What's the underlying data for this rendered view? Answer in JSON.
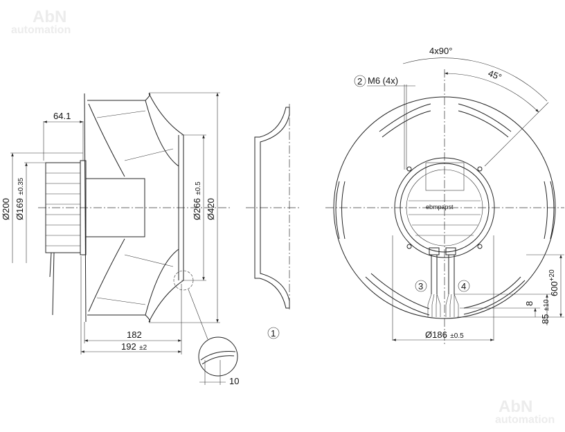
{
  "watermark": {
    "brand": "AbN",
    "sub": "automation"
  },
  "side_view": {
    "dim_hub_length": "64.1",
    "dim_motor_dia": "Ø200",
    "dim_flange_dia": "Ø169",
    "dim_flange_tol": "±0.35",
    "dim_inlet_dia": "Ø266",
    "dim_inlet_tol": "±0.5",
    "dim_outer_dia": "Ø420",
    "dim_length": "182",
    "dim_total": "192",
    "dim_total_tol": "±2",
    "dim_detail": "10"
  },
  "inlet_ring": {
    "callout": "1"
  },
  "front_view": {
    "callout_thread": "2",
    "thread_label": "M6 (4x)",
    "angle_pattern": "4x90°",
    "angle_offset": "45°",
    "callout_cable_a": "3",
    "callout_cable_b": "4",
    "dim_bolt_circle": "Ø186",
    "dim_bolt_circle_tol": "±0.5",
    "dim_cable_length": "600",
    "dim_cable_tol": "+20",
    "dim_strip": "8",
    "dim_strip_total": "85",
    "dim_strip_total_tol": "±10",
    "brand_label": "ebmpapst"
  }
}
